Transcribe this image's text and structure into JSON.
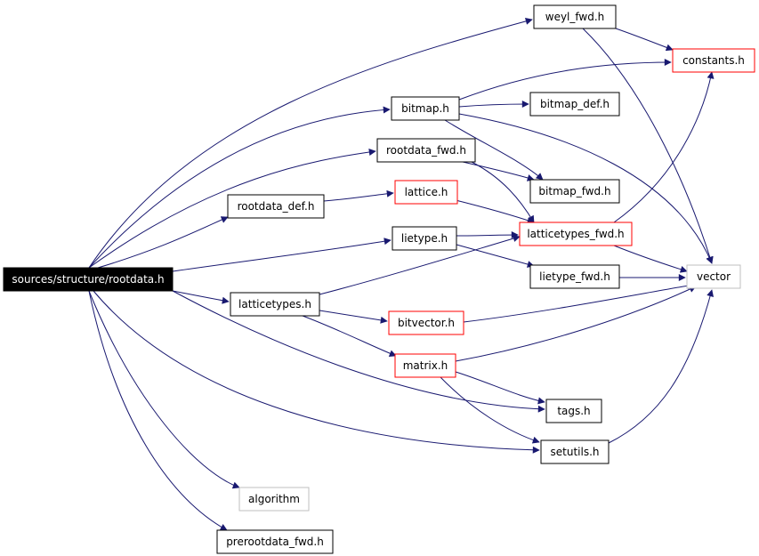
{
  "diagram": {
    "colors": {
      "edge": "#191970",
      "box_border_default": "#000000",
      "box_border_highlight": "#ff0000",
      "box_border_external": "#bfbfbf",
      "root_fill": "#000000",
      "root_text": "#ffffff"
    },
    "nodes": [
      {
        "id": "root",
        "label": "sources/structure/rootdata.h",
        "style": "root"
      },
      {
        "id": "weyl_fwd",
        "label": "weyl_fwd.h",
        "style": "default"
      },
      {
        "id": "constants",
        "label": "constants.h",
        "style": "highlight"
      },
      {
        "id": "bitmap",
        "label": "bitmap.h",
        "style": "default"
      },
      {
        "id": "bitmap_def",
        "label": "bitmap_def.h",
        "style": "default"
      },
      {
        "id": "rootdata_fwd",
        "label": "rootdata_fwd.h",
        "style": "default"
      },
      {
        "id": "bitmap_fwd",
        "label": "bitmap_fwd.h",
        "style": "default"
      },
      {
        "id": "rootdata_def",
        "label": "rootdata_def.h",
        "style": "default"
      },
      {
        "id": "lattice",
        "label": "lattice.h",
        "style": "highlight"
      },
      {
        "id": "latticetypes_fwd",
        "label": "latticetypes_fwd.h",
        "style": "highlight"
      },
      {
        "id": "lietype",
        "label": "lietype.h",
        "style": "default"
      },
      {
        "id": "lietype_fwd",
        "label": "lietype_fwd.h",
        "style": "default"
      },
      {
        "id": "vector",
        "label": "vector",
        "style": "external"
      },
      {
        "id": "latticetypes",
        "label": "latticetypes.h",
        "style": "default"
      },
      {
        "id": "bitvector",
        "label": "bitvector.h",
        "style": "highlight"
      },
      {
        "id": "matrix",
        "label": "matrix.h",
        "style": "highlight"
      },
      {
        "id": "tags",
        "label": "tags.h",
        "style": "default"
      },
      {
        "id": "setutils",
        "label": "setutils.h",
        "style": "default"
      },
      {
        "id": "algorithm",
        "label": "algorithm",
        "style": "external"
      },
      {
        "id": "prerootdata_fwd",
        "label": "prerootdata_fwd.h",
        "style": "default"
      }
    ],
    "edges": [
      [
        "root",
        "weyl_fwd"
      ],
      [
        "root",
        "bitmap"
      ],
      [
        "root",
        "rootdata_fwd"
      ],
      [
        "root",
        "rootdata_def"
      ],
      [
        "root",
        "lietype"
      ],
      [
        "root",
        "latticetypes"
      ],
      [
        "root",
        "tags"
      ],
      [
        "root",
        "setutils"
      ],
      [
        "root",
        "algorithm"
      ],
      [
        "root",
        "prerootdata_fwd"
      ],
      [
        "weyl_fwd",
        "constants"
      ],
      [
        "weyl_fwd",
        "vector"
      ],
      [
        "bitmap",
        "constants"
      ],
      [
        "bitmap",
        "bitmap_def"
      ],
      [
        "bitmap",
        "bitmap_fwd"
      ],
      [
        "bitmap",
        "vector"
      ],
      [
        "rootdata_fwd",
        "bitmap_fwd"
      ],
      [
        "rootdata_fwd",
        "latticetypes_fwd"
      ],
      [
        "rootdata_def",
        "lattice"
      ],
      [
        "lattice",
        "latticetypes_fwd"
      ],
      [
        "lietype",
        "latticetypes_fwd"
      ],
      [
        "lietype",
        "lietype_fwd"
      ],
      [
        "latticetypes_fwd",
        "constants"
      ],
      [
        "latticetypes_fwd",
        "vector"
      ],
      [
        "lietype_fwd",
        "vector"
      ],
      [
        "latticetypes",
        "latticetypes_fwd"
      ],
      [
        "latticetypes",
        "bitvector"
      ],
      [
        "latticetypes",
        "matrix"
      ],
      [
        "bitvector",
        "vector"
      ],
      [
        "matrix",
        "vector"
      ],
      [
        "matrix",
        "tags"
      ],
      [
        "matrix",
        "setutils"
      ],
      [
        "setutils",
        "vector"
      ]
    ]
  }
}
